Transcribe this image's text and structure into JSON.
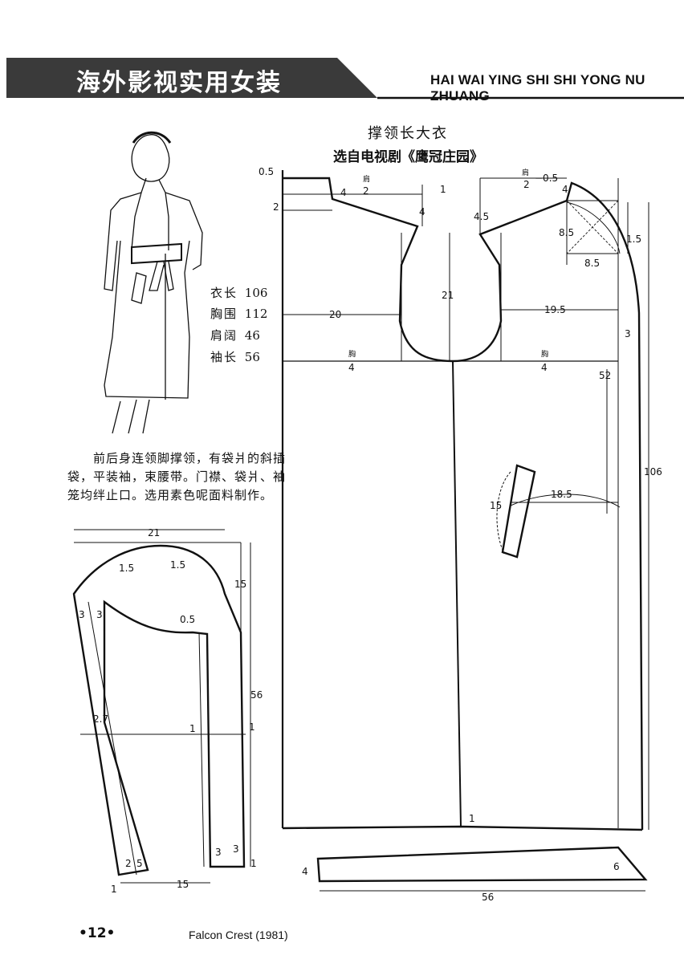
{
  "header": {
    "title_cn": "海外影视实用女装",
    "title_pinyin": "HAI WAI YING SHI SHI YONG NU ZHUANG",
    "band_color": "#3a3a3a"
  },
  "pattern": {
    "title": "撑领长大衣",
    "subtitle": "选自电视剧《鹰冠庄园》"
  },
  "measurements": [
    {
      "label": "衣长",
      "value": "106"
    },
    {
      "label": "胸围",
      "value": "112"
    },
    {
      "label": "肩阔",
      "value": "46"
    },
    {
      "label": "袖长",
      "value": "56"
    }
  ],
  "description": "前后身连领脚撑领，有袋爿的斜插袋，平装袖，束腰带。门襟、袋爿、袖笼均绊止口。选用素色呢面料制作。",
  "dims": {
    "d_0_5_a": "0.5",
    "d_2": "2",
    "d_4_a": "4",
    "d_shoulder_a": "肩",
    "d_2_a": "2",
    "d_1_a": "1",
    "d_4_b": "4",
    "d_4_5": "4.5",
    "d_shoulder_b": "肩",
    "d_2_b": "2",
    "d_minus_0_5": "−0.5",
    "d_4_c": "4",
    "d_8_5_a": "8.5",
    "d_1_5_a": "1.5",
    "d_8_5_b": "8.5",
    "d_21_a": "21",
    "d_20": "20",
    "d_19_5": "19.5",
    "d_3_a": "3",
    "d_chest_a": "胸",
    "d_4_d": "4",
    "d_chest_b": "胸",
    "d_4_e": "4",
    "d_52": "52",
    "d_106": "106",
    "d_15_a": "15",
    "d_18_5": "18.5",
    "d_1_b": "1",
    "d_4_f": "4",
    "d_6": "6",
    "d_56_a": "56",
    "s_21": "21",
    "s_1_5_a": "1.5",
    "s_1_5_b": "1.5",
    "s_15_a": "15",
    "s_3_a": "3",
    "s_3_b": "3",
    "s_0_5": "0.5",
    "s_56": "56",
    "s_2_7": "2.7",
    "s_1_a": "1",
    "s_1_b": "1",
    "s_1_c": "1",
    "s_3_c": "3",
    "s_3_d": "3",
    "s_2": "2",
    "s_5": "5",
    "s_1_d": "1",
    "s_15_b": "15"
  },
  "page_number": "•12•",
  "caption": "Falcon Crest (1981)"
}
